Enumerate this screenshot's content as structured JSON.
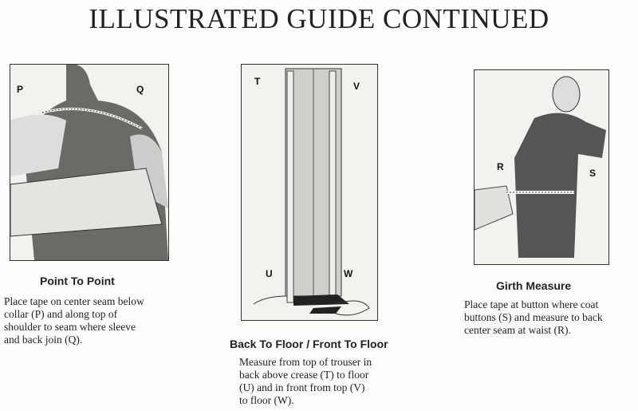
{
  "title": "ILLUSTRATED GUIDE CONTINUED",
  "sections": [
    {
      "heading": "Point To Point",
      "labels": [
        "P",
        "Q"
      ],
      "lines": [
        "Place tape on center seam below",
        "collar (P) and along top of",
        "shoulder to seam where sleeve",
        "and back join (Q)."
      ]
    },
    {
      "heading": "Back To Floor / Front To Floor",
      "labels": [
        "T",
        "V",
        "U",
        "W"
      ],
      "lines": [
        "Measure from top of trouser in",
        "back above crease (T) to floor",
        "(U) and in front from top (V)",
        "to floor  (W)."
      ]
    },
    {
      "heading": "Girth Measure",
      "labels": [
        "R",
        "S"
      ],
      "lines": [
        "Place tape at button where coat",
        "buttons (S) and measure to back",
        "center seam at waist (R)."
      ]
    }
  ]
}
